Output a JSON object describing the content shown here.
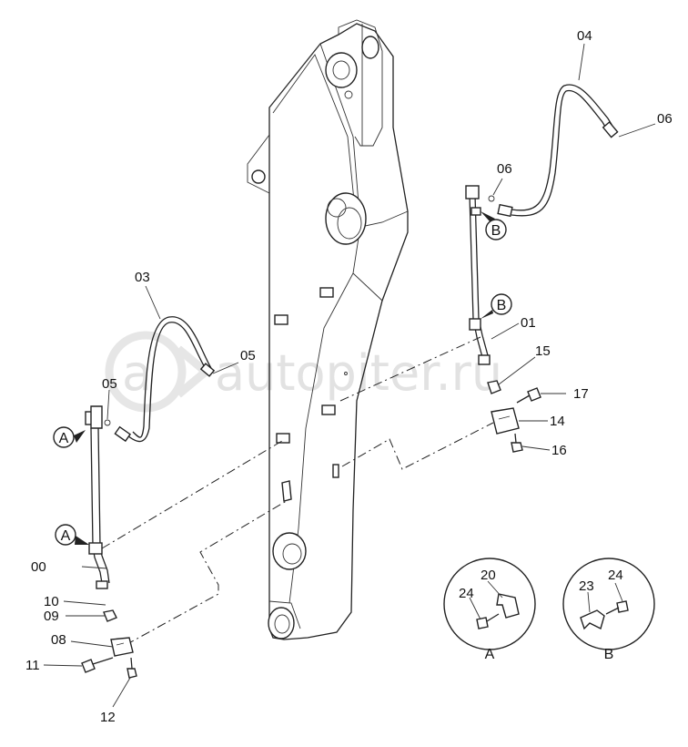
{
  "watermark": {
    "text": "autopiter.ru"
  },
  "labels": {
    "p00": "00",
    "p01": "01",
    "p03": "03",
    "p04": "04",
    "p05a": "05",
    "p05b": "05",
    "p06a": "06",
    "p06b": "06",
    "p08": "08",
    "p09": "09",
    "p10": "10",
    "p11": "11",
    "p12": "12",
    "p14": "14",
    "p15": "15",
    "p16": "16",
    "p17": "17",
    "p20": "20",
    "p23": "23",
    "p24a": "24",
    "p24b": "24"
  },
  "callouts": {
    "a1": "A",
    "a2": "A",
    "b1": "B",
    "b2": "B"
  },
  "details": {
    "a_caption": "A",
    "b_caption": "B"
  }
}
